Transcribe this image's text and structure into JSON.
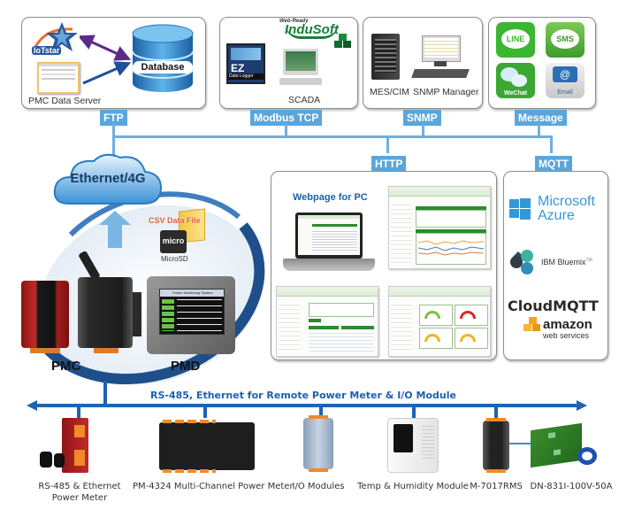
{
  "top_boxes": {
    "pmc_data_server": {
      "caption": "PMC Data Server",
      "iotstar_label": "IoTstar",
      "database_label": "Database",
      "protocol": "FTP"
    },
    "scada": {
      "caption": "SCADA",
      "indusoft_label": "InduSoft",
      "indusoft_super": "Web-Ready",
      "ez_label": "EZ",
      "ez_sub": "Data Logger",
      "protocol": "Modbus TCP"
    },
    "snmp": {
      "caption_left": "MES/CIM",
      "caption_right": "SNMP Manager",
      "protocol": "SNMP"
    },
    "message": {
      "icons": [
        {
          "name": "LINE",
          "color": "#3cb631"
        },
        {
          "name": "SMS",
          "color": "#52b33a"
        },
        {
          "name": "WeChat",
          "color": "#3aa832"
        },
        {
          "name": "Email",
          "color": "#2d6eb6"
        }
      ],
      "protocol": "Message"
    }
  },
  "cloud": {
    "label": "Ethernet/4G"
  },
  "storage": {
    "csv_label": "CSV Data File",
    "sd_label": "MicroSD",
    "sd_logo": "micro"
  },
  "controllers": {
    "pmc_label": "PMC",
    "pmd_label": "PMD",
    "pmd_screen_title": "Power Monitoring System"
  },
  "http_box": {
    "protocol": "HTTP",
    "title": "Webpage for PC"
  },
  "mqtt_box": {
    "protocol": "MQTT",
    "azure_line1": "Microsoft",
    "azure_line2": "Azure",
    "bluemix": "IBM Bluemix",
    "bluemix_tm": "TM",
    "cloudmqtt": "CloudMQTT",
    "amazon": "amazon",
    "aws_sub": "web services"
  },
  "bus": {
    "label": "RS-485, Ethernet for Remote Power Meter & I/O Module"
  },
  "devices": [
    {
      "label_line1": "RS-485 & Ethernet",
      "label_line2": "Power Meter"
    },
    {
      "label_line1": "PM-4324 Multi-Channel Power Meter"
    },
    {
      "label_line1": "I/O Modules"
    },
    {
      "label_line1": "Temp & Humidity Module"
    },
    {
      "label_line1": "M-7017RMS"
    },
    {
      "label_line1": "DN-831I-100V-50A"
    }
  ],
  "colors": {
    "tag_blue": "#5aa6dc",
    "bus_blue": "#1f63b1",
    "title_blue": "#1f5fae"
  }
}
